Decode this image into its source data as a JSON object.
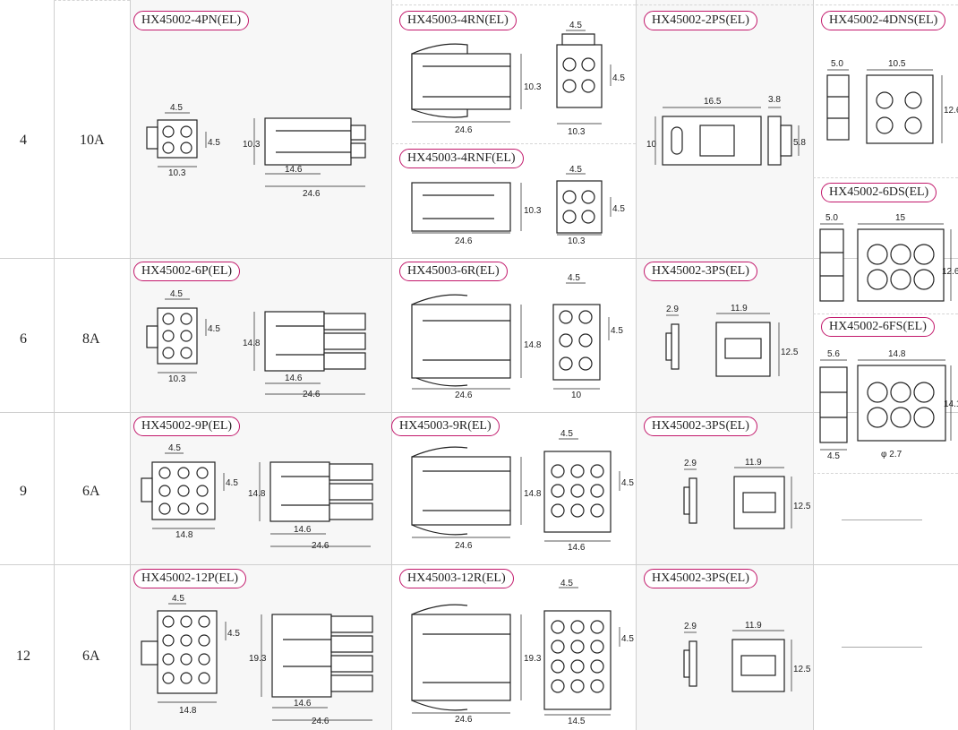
{
  "rows": [
    {
      "pins": "4",
      "current": "10A"
    },
    {
      "pins": "6",
      "current": "8A"
    },
    {
      "pins": "9",
      "current": "6A"
    },
    {
      "pins": "12",
      "current": "6A"
    }
  ],
  "col_plug": [
    "HX45002-4PN(EL)",
    "HX45002-6P(EL)",
    "HX45002-9P(EL)",
    "HX45002-12P(EL)"
  ],
  "col_receptacle": [
    "HX45003-4RN(EL)",
    "HX45003-4RNF(EL)",
    "HX45003-6R(EL)",
    "HX45003-9R(EL)",
    "HX45003-12R(EL)"
  ],
  "col_ps": [
    "HX45002-2PS(EL)",
    "HX45002-3PS(EL)",
    "HX45002-3PS(EL)",
    "HX45002-3PS(EL)"
  ],
  "col_ds": [
    "HX45002-4DNS(EL)",
    "HX45002-6DS(EL)",
    "HX45002-6FS(EL)"
  ],
  "dims": {
    "plug4": {
      "pitch": "4.5",
      "h": "4.5",
      "w": "10.3",
      "side_h": "10.3",
      "d1": "14.6",
      "d2": "24.6"
    },
    "plug6": {
      "pitch": "4.5",
      "h": "4.5",
      "w": "10.3",
      "side_h": "14.8",
      "d1": "14.6",
      "d2": "24.6"
    },
    "plug9": {
      "pitch": "4.5",
      "h": "4.5",
      "w": "14.8",
      "side_h": "14.8",
      "d1": "14.6",
      "d2": "24.6"
    },
    "plug12": {
      "pitch": "4.5",
      "h": "4.5",
      "w": "14.8",
      "side_h": "19.3",
      "d1": "14.6",
      "d2": "24.6"
    },
    "rec4": {
      "side_h": "10.3",
      "len": "24.6",
      "pitch": "4.5",
      "h": "4.5",
      "w": "10.3"
    },
    "rec4f": {
      "side_h": "10.3",
      "len": "24.6",
      "pitch": "4.5",
      "h": "4.5",
      "w": "10.3"
    },
    "rec6": {
      "side_h": "14.8",
      "len": "24.6",
      "pitch": "4.5",
      "h": "4.5",
      "w": "10"
    },
    "rec9": {
      "side_h": "14.8",
      "len": "24.6",
      "pitch": "4.5",
      "h": "4.5",
      "w": "14.6"
    },
    "rec12": {
      "side_h": "19.3",
      "len": "24.6",
      "pitch": "4.5",
      "h": "4.5",
      "w": "14.5"
    },
    "ps2": {
      "w": "16.5",
      "h": "10",
      "t": "3.8",
      "side": "5.8"
    },
    "ps3": {
      "t": "2.9",
      "w": "11.9",
      "h": "12.5"
    },
    "ds4": {
      "t": "5.0",
      "w": "10.5",
      "h": "12.6"
    },
    "ds6": {
      "t": "5.0",
      "w": "15",
      "h": "12.6"
    },
    "fs6": {
      "t": "5.6",
      "w": "14.8",
      "h": "14.1",
      "b": "4.5",
      "dia": "φ 2.7"
    }
  }
}
